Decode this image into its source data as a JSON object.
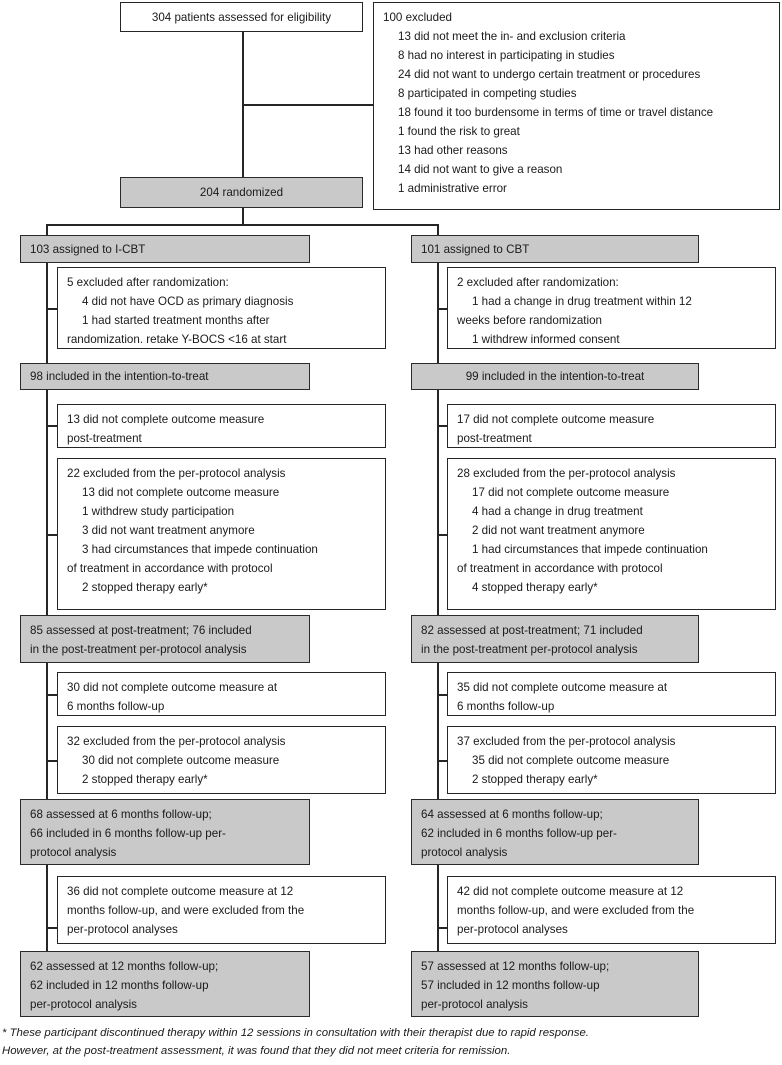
{
  "diagram": {
    "title": "CONSORT participant flow diagram",
    "colors": {
      "gray_fill": "#c9c9c9",
      "border": "#262626",
      "background": "#ffffff",
      "text": "#1a1a1a"
    }
  },
  "top": {
    "eligibility": {
      "text": "304 patients assessed for eligibility"
    },
    "excluded": {
      "heading": "100 excluded",
      "reasons": [
        "13 did not meet the in- and exclusion criteria",
        "8 had no interest in participating in studies",
        "24 did not want to undergo certain treatment or procedures",
        "8 participated in competing studies",
        "18 found it too burdensome in terms of time or travel distance",
        "1 found the risk to great",
        "13 had other reasons",
        "14 did not want to give a reason",
        "1 administrative error"
      ]
    },
    "randomized": {
      "text": "204 randomized"
    }
  },
  "arms": {
    "left": {
      "assigned": {
        "text": "103 assigned to I-CBT"
      },
      "post_randomization_exclusions": {
        "heading": "5 excluded after randomization:",
        "items": [
          "4 did not have OCD as primary diagnosis",
          "1 had started treatment months after"
        ],
        "continuation": "randomization. retake Y-BOCS <16 at start"
      },
      "itt": {
        "text": "98 included in the intention-to-treat"
      },
      "post_missing": {
        "lines": [
          "13 did not complete outcome measure",
          "post-treatment"
        ]
      },
      "pp_excluded": {
        "heading": "22 excluded from the per-protocol analysis",
        "items": [
          "13 did not complete outcome measure",
          "1 withdrew study participation",
          "3 did not want treatment anymore",
          "3 had circumstances that impede continuation"
        ],
        "continuation": "of treatment in accordance with protocol",
        "last_item": "2 stopped therapy early*"
      },
      "post_treatment": {
        "lines": [
          "85 assessed at post-treatment; 76 included",
          "in the post-treatment per-protocol analysis"
        ]
      },
      "six_missing": {
        "lines": [
          "30 did not complete outcome measure at",
          "6 months follow-up"
        ]
      },
      "six_pp_excluded": {
        "heading": "32 excluded from the per-protocol analysis",
        "items": [
          "30 did not complete outcome measure",
          "2 stopped therapy early*"
        ]
      },
      "six_month": {
        "lines": [
          "68 assessed at 6 months follow-up;",
          "66 included in 6 months follow-up per-",
          "protocol analysis"
        ]
      },
      "twelve_missing": {
        "lines": [
          "36 did not complete outcome measure at 12",
          "months follow-up, and were excluded from the",
          "per-protocol analyses"
        ]
      },
      "twelve_month": {
        "lines": [
          "62 assessed at 12 months follow-up;",
          "62 included in 12 months follow-up",
          "per-protocol analysis"
        ]
      }
    },
    "right": {
      "assigned": {
        "text": "101 assigned to CBT"
      },
      "post_randomization_exclusions": {
        "heading": "2 excluded after randomization:",
        "items": [
          "1 had a change in drug treatment within 12"
        ],
        "continuation": "weeks before randomization",
        "last_item": "1 withdrew informed consent"
      },
      "itt": {
        "text": "99 included in the intention-to-treat"
      },
      "post_missing": {
        "lines": [
          "17 did not complete outcome measure",
          "post-treatment"
        ]
      },
      "pp_excluded": {
        "heading": "28 excluded from the per-protocol analysis",
        "items": [
          "17 did not complete outcome measure",
          "4 had a change in drug treatment",
          "2 did not want treatment anymore",
          "1 had circumstances that impede continuation"
        ],
        "continuation": "of treatment in accordance with protocol",
        "last_item": "4 stopped therapy early*"
      },
      "post_treatment": {
        "lines": [
          "82 assessed at post-treatment; 71 included",
          "in the post-treatment per-protocol analysis"
        ]
      },
      "six_missing": {
        "lines": [
          "35 did not complete outcome measure at",
          "6 months follow-up"
        ]
      },
      "six_pp_excluded": {
        "heading": "37 excluded from the per-protocol analysis",
        "items": [
          "35 did not complete outcome measure",
          "2 stopped therapy early*"
        ]
      },
      "six_month": {
        "lines": [
          "64 assessed at 6 months follow-up;",
          "62 included in 6 months follow-up per-",
          "protocol analysis"
        ]
      },
      "twelve_missing": {
        "lines": [
          "42 did not complete outcome measure at 12",
          "months follow-up, and were excluded from the",
          "per-protocol analyses"
        ]
      },
      "twelve_month": {
        "lines": [
          "57 assessed at 12 months follow-up;",
          "57 included in 12 months follow-up",
          "per-protocol analysis"
        ]
      }
    }
  },
  "footnote": {
    "line1": "* These participant discontinued therapy within 12 sessions in consultation with their therapist due to rapid response.",
    "line2": "However, at the post-treatment assessment, it was found that they did not meet criteria for remission."
  }
}
